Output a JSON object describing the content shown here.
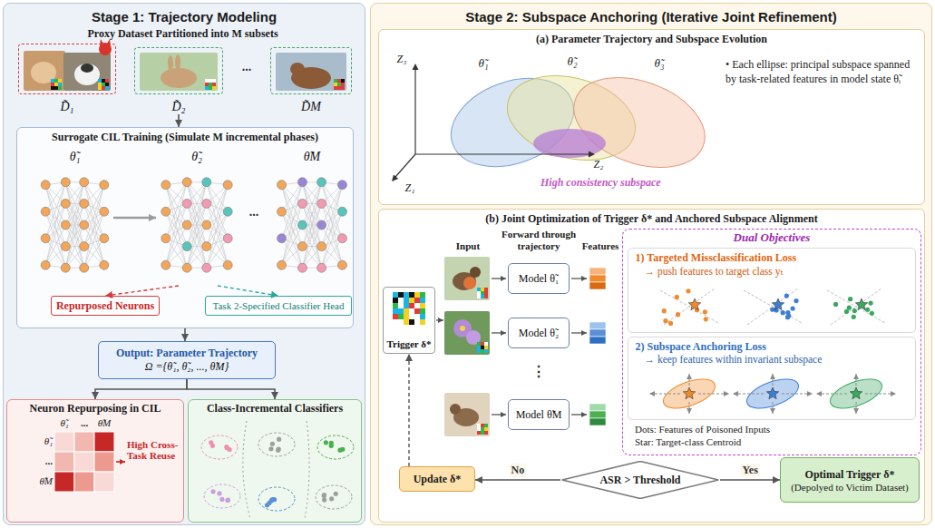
{
  "diagram": {
    "nodes": [
      {
        "text": [
          "Stage 1: Trajectory Modeling"
        ]
      },
      {
        "text": [
          "D̃₁"
        ],
        "in": 0
      },
      {
        "text": [
          "D̃₂"
        ],
        "in": 0
      },
      {
        "text": [
          "D̃M"
        ],
        "in": 0
      },
      {
        "text": [
          "Surrogate CIL Training (Simulate M incremental phases)"
        ],
        "in": 0
      },
      {
        "text": [
          "θ̃₁"
        ],
        "in": 4
      },
      {
        "text": [
          "θ̃₂"
        ],
        "in": 4
      },
      {
        "text": [
          "θ̃M"
        ],
        "in": 4
      },
      {
        "text": [
          "Repurposed Neurons"
        ],
        "in": 4
      },
      {
        "text": [
          "Task 2-Specified Classifier Head"
        ],
        "in": 4
      },
      {
        "text": [
          "Output: Parameter Trajectory",
          "Ω ={θ̃₁, θ̃₂, ..., θ̃M}"
        ],
        "in": 0
      },
      {
        "text": [
          "Neuron Repurposing in CIL"
        ],
        "in": 0
      },
      {
        "text": [
          "Class-Incremental Classifiers"
        ],
        "in": 0
      },
      {
        "text": [
          "Stage 2: Subspace Anchoring (Iterative Joint Refinement)"
        ]
      },
      {
        "text": [
          "(a) Parameter Trajectory and Subspace Evolution"
        ],
        "in": 13
      },
      {
        "text": [
          "(b) Joint Optimization of Trigger δ* and Anchored Subspace Alignment"
        ],
        "in": 13
      },
      {
        "text": [
          "Trigger δ*"
        ],
        "in": 15
      },
      {
        "text": [
          "Model θ̃₁"
        ],
        "in": 15
      },
      {
        "text": [
          "Model θ̃₂"
        ],
        "in": 15
      },
      {
        "text": [
          "Model θ̃M"
        ],
        "in": 15
      },
      {
        "text": [
          "Dual Objectives"
        ],
        "in": 15
      },
      {
        "text": [
          "1) Targeted Missclassification Loss",
          "→ push features to target class yₜ"
        ],
        "in": 20
      },
      {
        "text": [
          "2) Subspace Anchoring Loss",
          "→ keep features within invariant subspace"
        ],
        "in": 20
      },
      {
        "text": [
          "Update δ*"
        ],
        "in": 15
      },
      {
        "text": [
          "ASR > Threshold"
        ],
        "in": 15
      },
      {
        "text": [
          "Optimal Trigger δ*",
          "(Depolyed to Victim Dataset)"
        ],
        "in": 15
      }
    ],
    "edges": [
      {
        "from": 2,
        "to": 4,
        "arrow": "to"
      },
      {
        "from": 5,
        "to": 6,
        "arrow": "to"
      },
      {
        "from": 6,
        "to": 8,
        "arrow": "to"
      },
      {
        "from": 6,
        "to": 9,
        "arrow": "to"
      },
      {
        "from": 4,
        "to": 10,
        "arrow": "to"
      },
      {
        "from": 10,
        "to": 11,
        "arrow": "to"
      },
      {
        "from": 10,
        "to": 12,
        "arrow": "to"
      },
      {
        "from": 24,
        "to": 23,
        "label": "No",
        "arrow": "to"
      },
      {
        "from": 24,
        "to": 25,
        "label": "Yes",
        "arrow": "to"
      },
      {
        "from": 23,
        "to": 16,
        "arrow": "to"
      }
    ],
    "labels": [
      "Proxy Dataset Partitioned into M subsets",
      "...",
      "...",
      "θ̃₁",
      "...",
      "θ̃M",
      "θ̃₁",
      "...",
      "θ̃M",
      "High Cross-Task Reuse",
      "Z₃",
      "Z₂",
      "Z₁",
      "θ̃₁",
      "θ̃₂",
      "θ̃₃",
      "High consistency subspace",
      "• Each ellipse: principal subspace spanned by task-related features in model state θ̃ᵢ",
      "Input",
      "Forward through trajectory",
      "Features",
      "⋮",
      "Dots: Features of Poisoned Inputs",
      "Star: Target-class Centroid"
    ]
  }
}
